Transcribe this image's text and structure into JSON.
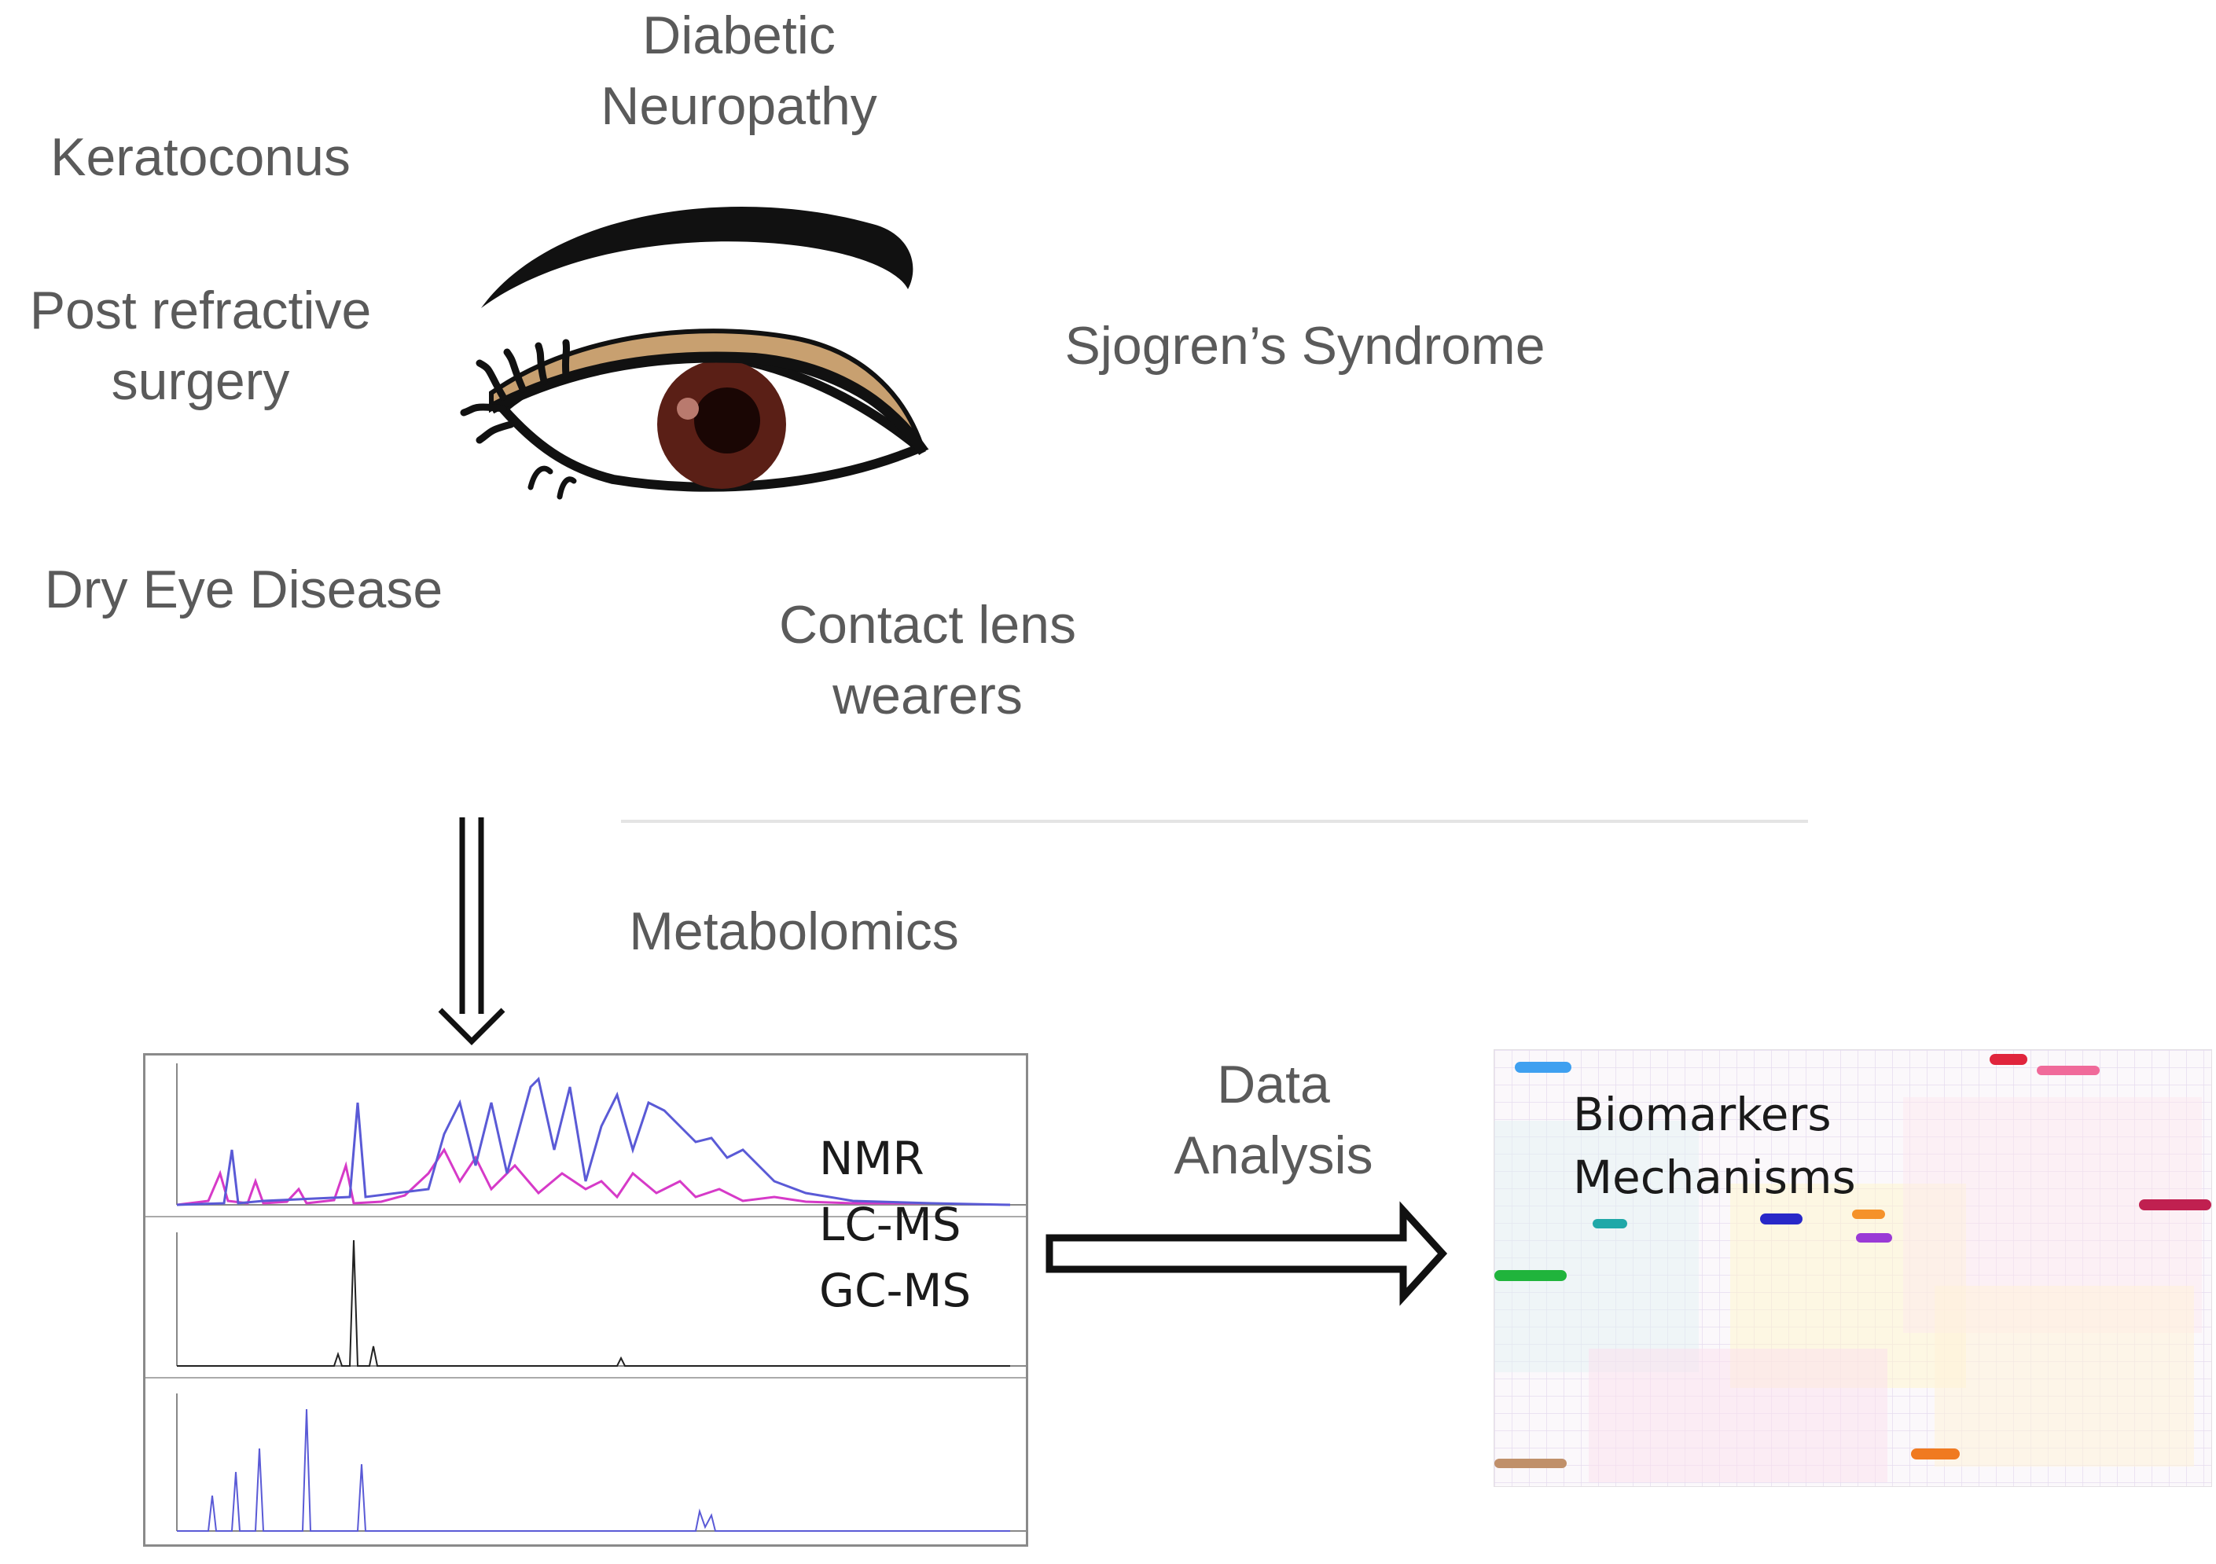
{
  "diagram": {
    "conditions": {
      "diabetic": [
        "Diabetic",
        "Neuropathy"
      ],
      "keratoconus": "Keratoconus",
      "post_refractive": [
        "Post refractive",
        "surgery"
      ],
      "sjogren": "Sjogren’s Syndrome",
      "dry_eye": "Dry Eye Disease",
      "contact_lens": [
        "Contact lens",
        "wearers"
      ]
    },
    "metabolomics": "Metabolomics",
    "techniques": [
      "NMR",
      "LC-MS",
      "GC-MS"
    ],
    "analysis": [
      "Data",
      "Analysis"
    ],
    "outputs": [
      "Biomarkers",
      "Mechanisms"
    ],
    "colors": {
      "text": "#5a5a5a",
      "eyelid": "#c8a070",
      "iris": "#5a1f16",
      "nmr_trace": "#d63ac8",
      "nmr_line": "#5a5ad6"
    }
  }
}
